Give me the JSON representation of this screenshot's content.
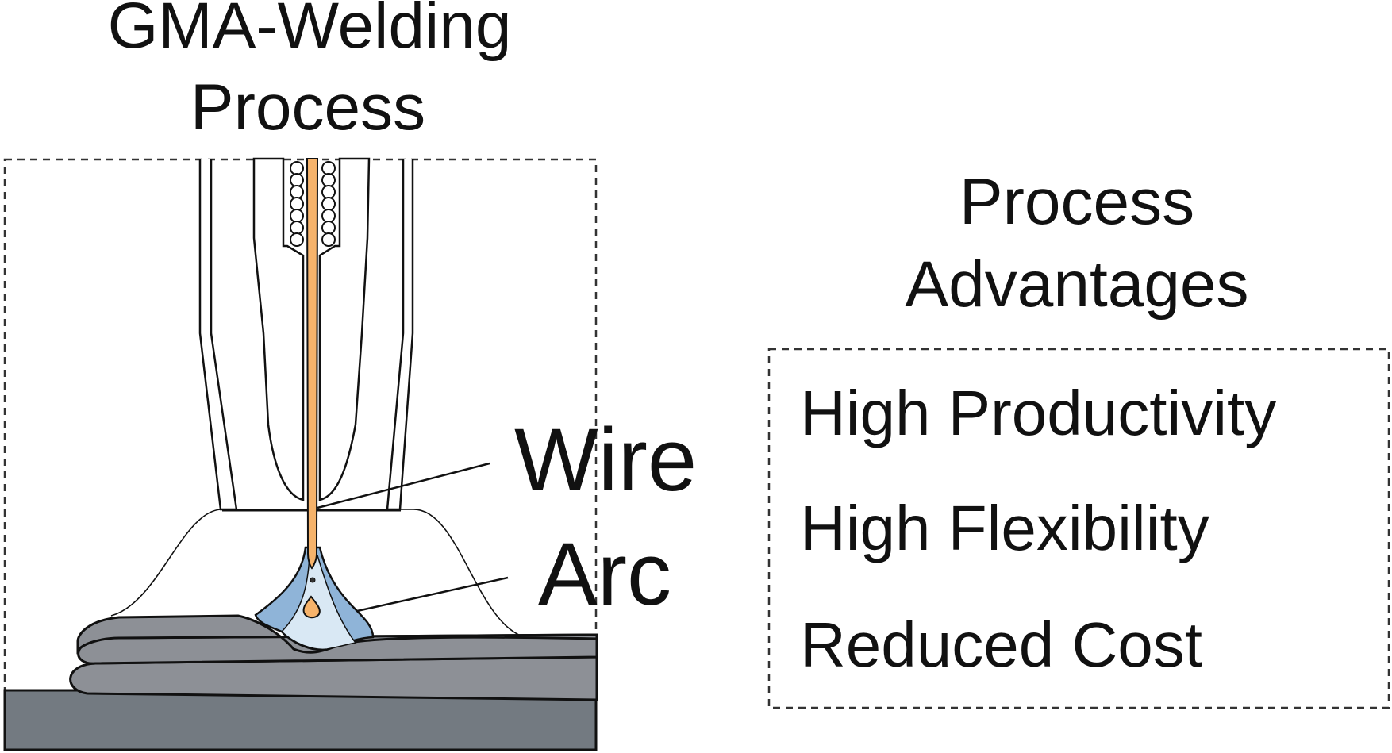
{
  "diagram": {
    "title_line1": "GMA-Welding",
    "title_line2": "Process",
    "label_wire": "Wire",
    "label_arc": "Arc",
    "advantages": {
      "heading_line1": "Process",
      "heading_line2": "Advantages",
      "items": [
        "High Productivity",
        "High Flexibility",
        "Reduced Cost"
      ]
    }
  },
  "colors": {
    "wire": "#f6b36b",
    "arc_outer": "#8fb4d8",
    "arc_inner": "#d9e8f4",
    "droplet": "#f6b36b",
    "bead": "#8d9096",
    "base_plate": "#737a81",
    "outline": "#111111",
    "dashed_frame": "#333333"
  }
}
